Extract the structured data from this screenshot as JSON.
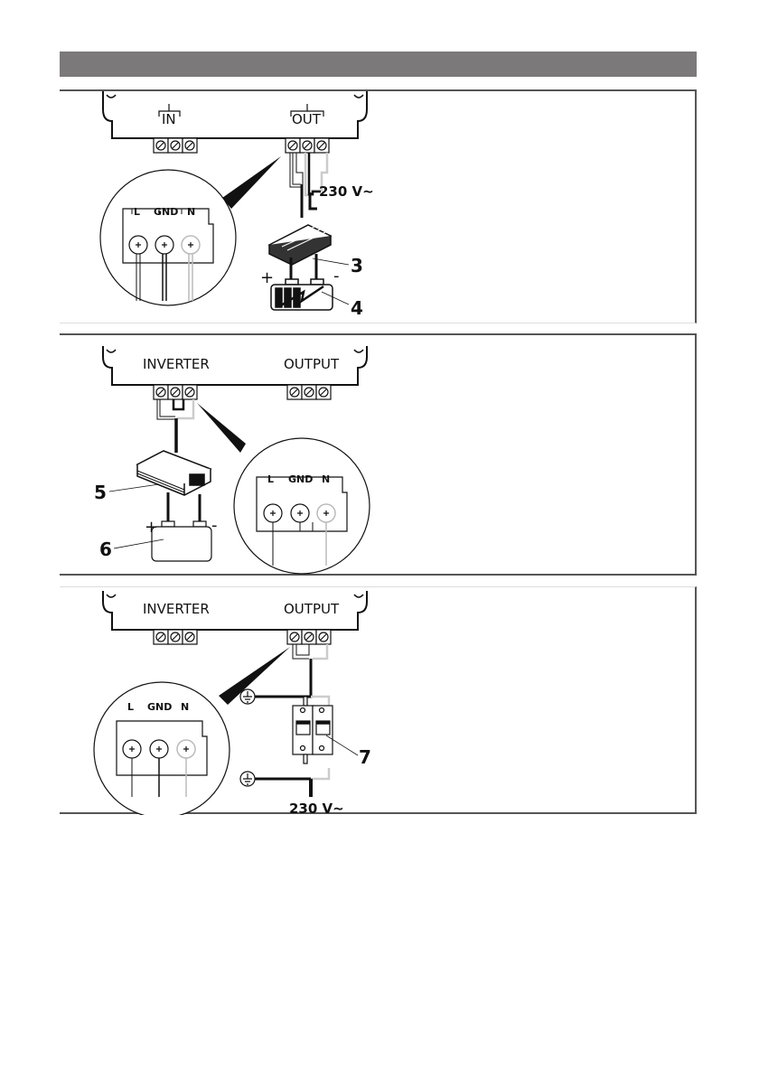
{
  "page": {
    "header_bar_color": "#7b797a",
    "border_color": "#555555"
  },
  "panels": [
    {
      "id": "panel-1",
      "device": {
        "left_terminal_label": "IN",
        "right_terminal_label": "OUT"
      },
      "detail": {
        "terminals": [
          "L",
          "GND",
          "N"
        ]
      },
      "voltage_label": "230 V~",
      "callouts": [
        {
          "number": "3",
          "component": "charger"
        },
        {
          "number": "4",
          "component": "battery"
        }
      ],
      "polarity": {
        "plus": "+",
        "minus": "-"
      }
    },
    {
      "id": "panel-2",
      "device": {
        "left_terminal_label": "INVERTER",
        "right_terminal_label": "OUTPUT"
      },
      "detail": {
        "terminals": [
          "L",
          "GND",
          "N"
        ]
      },
      "callouts": [
        {
          "number": "5",
          "component": "inverter"
        },
        {
          "number": "6",
          "component": "battery"
        }
      ],
      "polarity": {
        "plus": "+",
        "minus": "-"
      }
    },
    {
      "id": "panel-3",
      "device": {
        "left_terminal_label": "INVERTER",
        "right_terminal_label": "OUTPUT"
      },
      "detail": {
        "terminals": [
          "L",
          "GND",
          "N"
        ]
      },
      "voltage_label": "230 V~",
      "callouts": [
        {
          "number": "7",
          "component": "circuit-breaker"
        }
      ],
      "icons": [
        "ground-icon",
        "ground-icon"
      ]
    }
  ]
}
